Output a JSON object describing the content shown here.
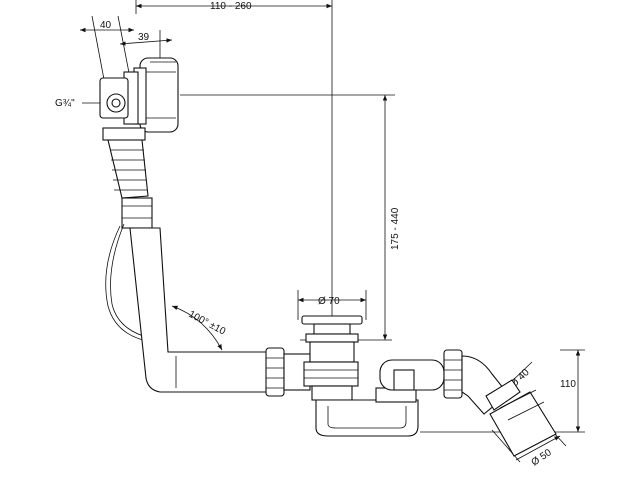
{
  "dimensions": {
    "overflow_offset": "40",
    "overflow_depth": "39",
    "horizontal_range": "110 - 260",
    "thread": "G¾\"",
    "vertical_range": "175 - 440",
    "waste_diameter": "Ø 70",
    "angle": "100° ±10",
    "trap_height": "110",
    "outlet_diameter_40": "Ø 40",
    "outlet_diameter_50": "Ø 50"
  }
}
